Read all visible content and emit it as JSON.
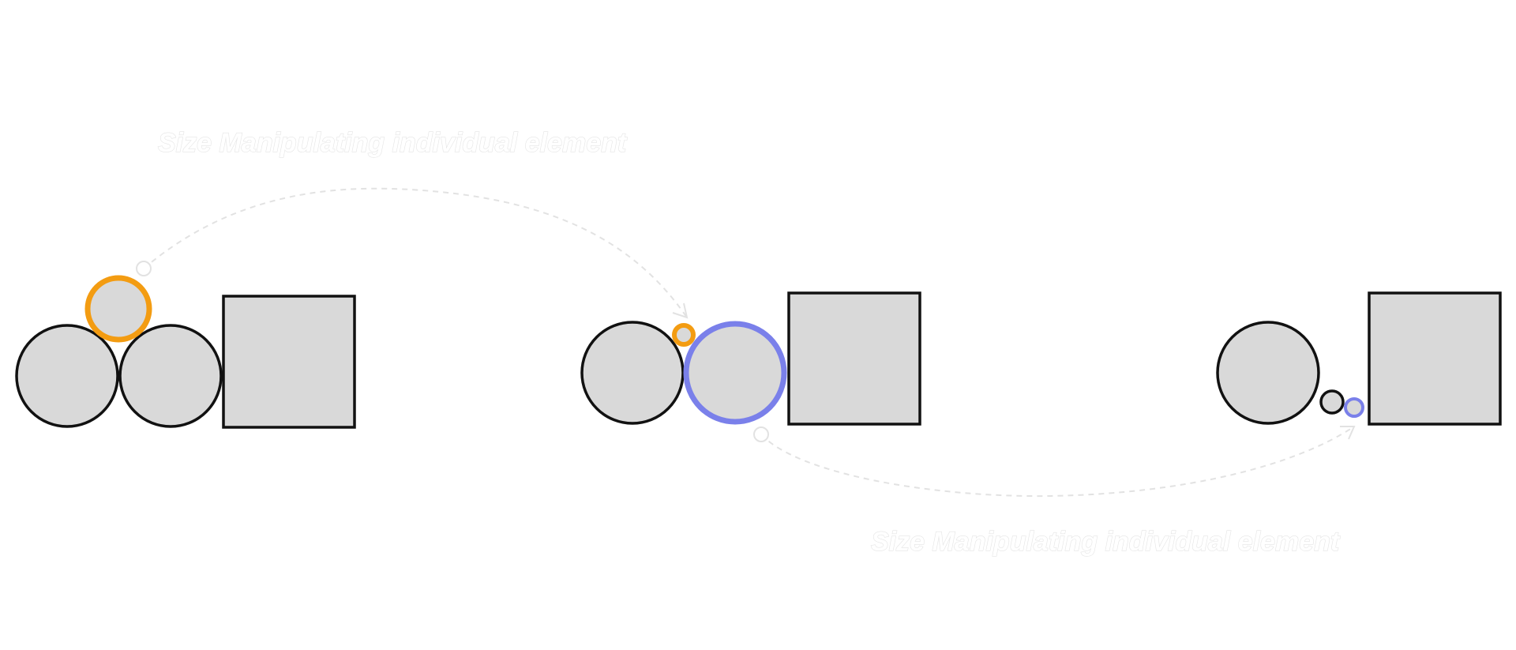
{
  "annotations": {
    "top_caption": "Size Manipulating individual element",
    "bottom_caption": "Size Manipulating individual element"
  },
  "colors": {
    "shape_fill": "#d9d9d9",
    "shape_stroke": "#111111",
    "highlight_orange": "#f39c12",
    "highlight_blue": "#7a80ea",
    "connector": "#e2e2e2"
  },
  "groups": [
    {
      "label": "",
      "elements": [
        "circle",
        "circle",
        "circle-highlighted-orange",
        "square"
      ]
    },
    {
      "label": "",
      "elements": [
        "circle",
        "circle-highlighted-blue",
        "circle-small-orange",
        "square"
      ]
    },
    {
      "label": "",
      "elements": [
        "circle",
        "circle-small",
        "circle-small-blue",
        "square"
      ]
    }
  ]
}
